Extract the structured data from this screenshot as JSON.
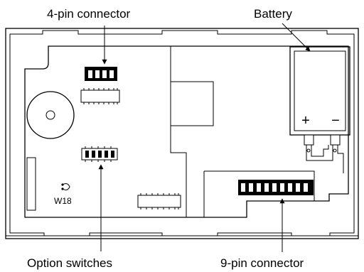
{
  "labels": {
    "four_pin": "4-pin connector",
    "battery": "Battery",
    "option_switches": "Option switches",
    "nine_pin": "9-pin connector",
    "jumper": "W18",
    "plus": "+",
    "minus": "−"
  },
  "colors": {
    "ink": "#000000",
    "paper": "#ffffff"
  }
}
